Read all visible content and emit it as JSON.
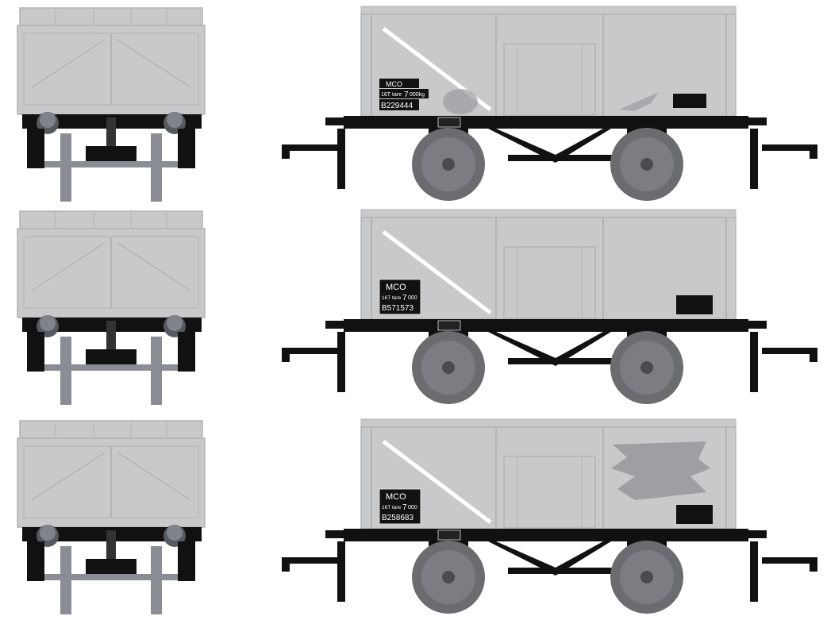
{
  "colors": {
    "body_grey": "#c8c9cb",
    "body_edge": "#b3b4b7",
    "chassis": "#111111",
    "wheel": "#6b6c70",
    "plate_bg": "#111111",
    "plate_text": "#ffffff"
  },
  "wagons": [
    {
      "code": "MCO",
      "capacity": "16T",
      "tare_label": "tare",
      "tare_value": "7",
      "tare_unit": "000kg",
      "number": "B229444",
      "weathering": "rust-patch"
    },
    {
      "code": "MCO",
      "capacity": "16T",
      "tare_label": "tare",
      "tare_value": "7",
      "tare_unit": "000",
      "number": "B571573",
      "weathering": "none"
    },
    {
      "code": "MCO",
      "capacity": "16T",
      "tare_label": "tare",
      "tare_value": "7",
      "tare_unit": "000",
      "number": "B258683",
      "weathering": "paint-patch"
    }
  ]
}
